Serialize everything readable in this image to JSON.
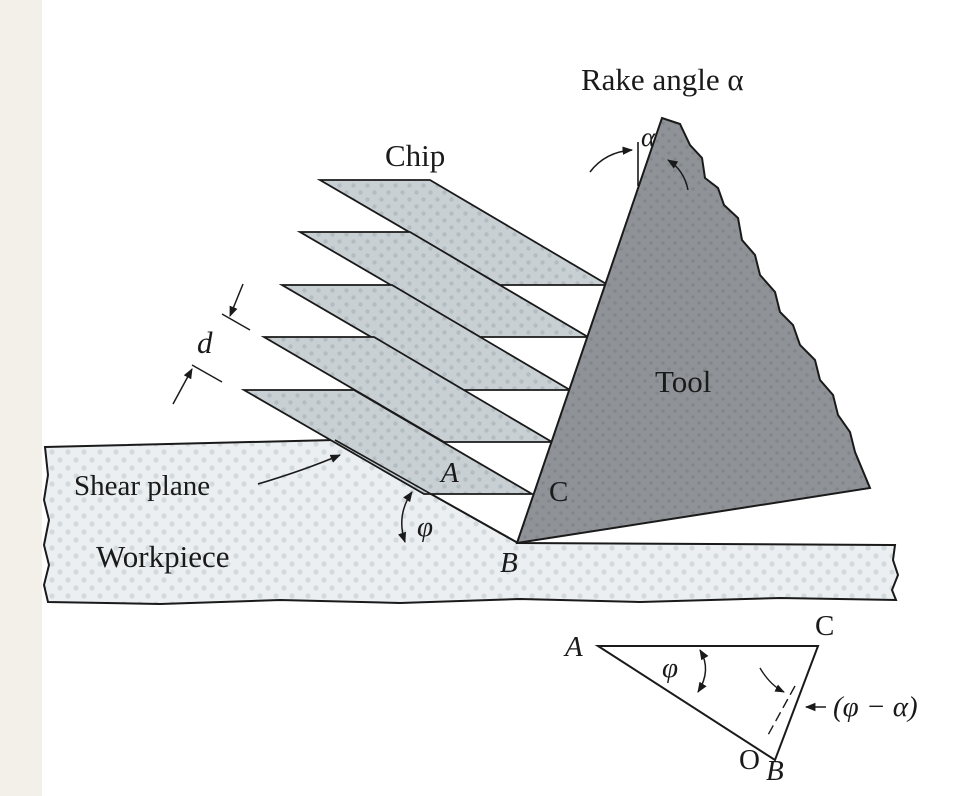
{
  "labels": {
    "rake_angle": "Rake angle α",
    "alpha_mark": "α",
    "chip": "Chip",
    "d": "d",
    "tool": "Tool",
    "shear_plane": "Shear plane",
    "a": "A",
    "c": "C",
    "phi": "φ",
    "workpiece": "Workpiece",
    "b": "B"
  },
  "inset": {
    "a": "A",
    "c": "C",
    "phi": "φ",
    "phi_minus_alpha": "(φ − α)",
    "o": "O",
    "b": "B"
  },
  "colors": {
    "background": "#ffffff",
    "page_margin": "#f2efe9",
    "chip_fill": "#c6cdd1",
    "tool_fill": "#8e9296",
    "workpiece_fill": "#e8ecef",
    "line": "#1a1a1a"
  }
}
